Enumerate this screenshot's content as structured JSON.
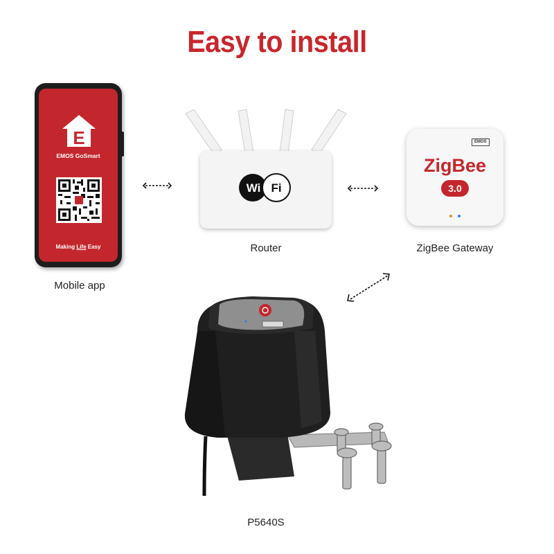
{
  "title": "Easy to install",
  "phone": {
    "app_name": "EMOS GoSmart",
    "slogan_prefix": "Making ",
    "slogan_underlined": "Life",
    "slogan_suffix": " Easy",
    "logo_letter": "E",
    "caption": "Mobile app"
  },
  "router": {
    "wifi_left": "Wi",
    "wifi_right": "Fi",
    "caption": "Router"
  },
  "gateway": {
    "brand_tag": "EMOS",
    "name": "ZigBee",
    "version": "3.0",
    "caption": "ZigBee Gateway"
  },
  "valve": {
    "caption": "P5640S"
  },
  "colors": {
    "brand_red": "#c3272d",
    "title_red": "#c8262c",
    "device_black": "#1c1c1c"
  }
}
